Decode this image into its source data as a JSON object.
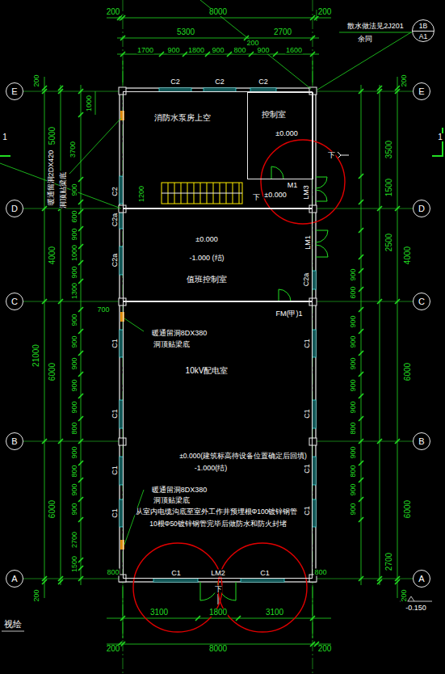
{
  "diagram": {
    "nodes": [
      {
        "text": [
          "消防水泵房上空",
          "±0.000"
        ]
      },
      {
        "text": [
          "控制室",
          "±0.000"
        ],
        "in": 0
      },
      {
        "text": [
          "±0.000",
          "-1.000 (结)",
          "值班控制室"
        ]
      },
      {
        "text": [
          "10kV配电室",
          "±0.000(建筑标高待设备位置确定后回填)",
          "-1.000(结)"
        ]
      },
      {
        "text": [
          "E"
        ]
      },
      {
        "text": [
          "D"
        ]
      },
      {
        "text": [
          "C"
        ]
      },
      {
        "text": [
          "B"
        ]
      },
      {
        "text": [
          "A"
        ]
      },
      {
        "text": [
          "E"
        ]
      },
      {
        "text": [
          "D"
        ]
      },
      {
        "text": [
          "C"
        ]
      },
      {
        "text": [
          "B"
        ]
      },
      {
        "text": [
          "A"
        ]
      },
      {
        "text": [
          "1B",
          "A1"
        ]
      }
    ],
    "labels": [
      "200",
      "8000",
      "200",
      "5300",
      "2700",
      "200",
      "1700",
      "900",
      "1800",
      "900",
      "800",
      "900",
      "1600",
      "3100",
      "1800",
      "3100",
      "200",
      "8000",
      "200",
      "200",
      "5000",
      "4000",
      "21000",
      "6000",
      "6000",
      "200",
      "1000",
      "3700",
      "900",
      "600",
      "900",
      "1000",
      "900",
      "1300",
      "700",
      "900",
      "900",
      "900",
      "900",
      "900",
      "800",
      "900",
      "800",
      "900",
      "900",
      "2700",
      "1500",
      "800",
      "200",
      "3500",
      "1500",
      "2500",
      "4000",
      "6000",
      "6000",
      "2700",
      "200",
      "900",
      "600",
      "900",
      "900",
      "900",
      "900",
      "900",
      "800",
      "900",
      "800",
      "900",
      "900",
      "800",
      "C2",
      "C2",
      "C2",
      "C2",
      "1200",
      "C2a",
      "C2a",
      "M1",
      "LM3",
      "下",
      "下",
      "LM1",
      "C2a",
      "FM(甲)1",
      "暖通留洞8DX380",
      "洞顶贴梁底",
      "C1",
      "C1",
      "C1",
      "C1",
      "C1",
      "C1",
      "C1",
      "C1",
      "暖通留洞8DX380",
      "洞顶贴梁底",
      "从室内电缆沟底至室外工作井预埋根Φ100镀锌钢管",
      "10根Φ50镀锌钢管完毕后做防水和防火封堵",
      "C1",
      "LM2",
      "C1",
      "下",
      "-0.150",
      "暖通留洞2DX420",
      "洞顶贴梁底",
      "散水做法见2J201",
      "余同",
      "1",
      "1",
      "视绘"
    ]
  }
}
